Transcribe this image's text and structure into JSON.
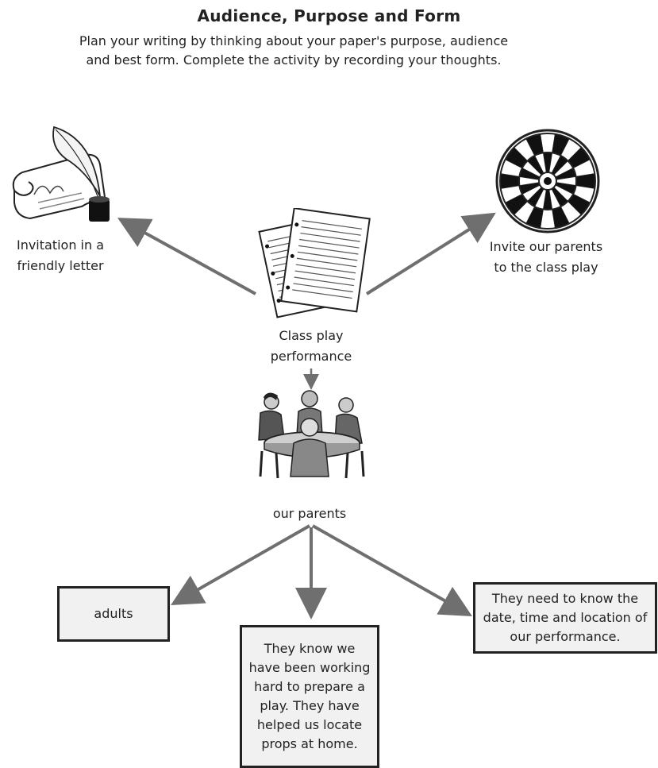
{
  "header": {
    "title": "Audience, Purpose and Form",
    "intro": "Plan your writing by thinking about your paper's purpose, audience and best form. Complete the activity by recording your thoughts."
  },
  "nodes": {
    "form": "Invitation in a friendly letter",
    "purpose": "Invite our parents to the class play",
    "topic": "Class play performance",
    "audience": "our parents"
  },
  "boxes": {
    "left": "adults",
    "middle": "They know we have been working hard to prepare a play. They have helped us locate props at home.",
    "right": "They need to know the date, time and location of our performance."
  },
  "colors": {
    "arrow": "#6f6f6f",
    "box_fill": "#f1f1f1",
    "ink": "#222222"
  },
  "icons": {
    "form": "scroll-quill-icon",
    "purpose": "dartboard-icon",
    "topic": "paper-stack-icon",
    "audience": "people-at-table-icon"
  }
}
